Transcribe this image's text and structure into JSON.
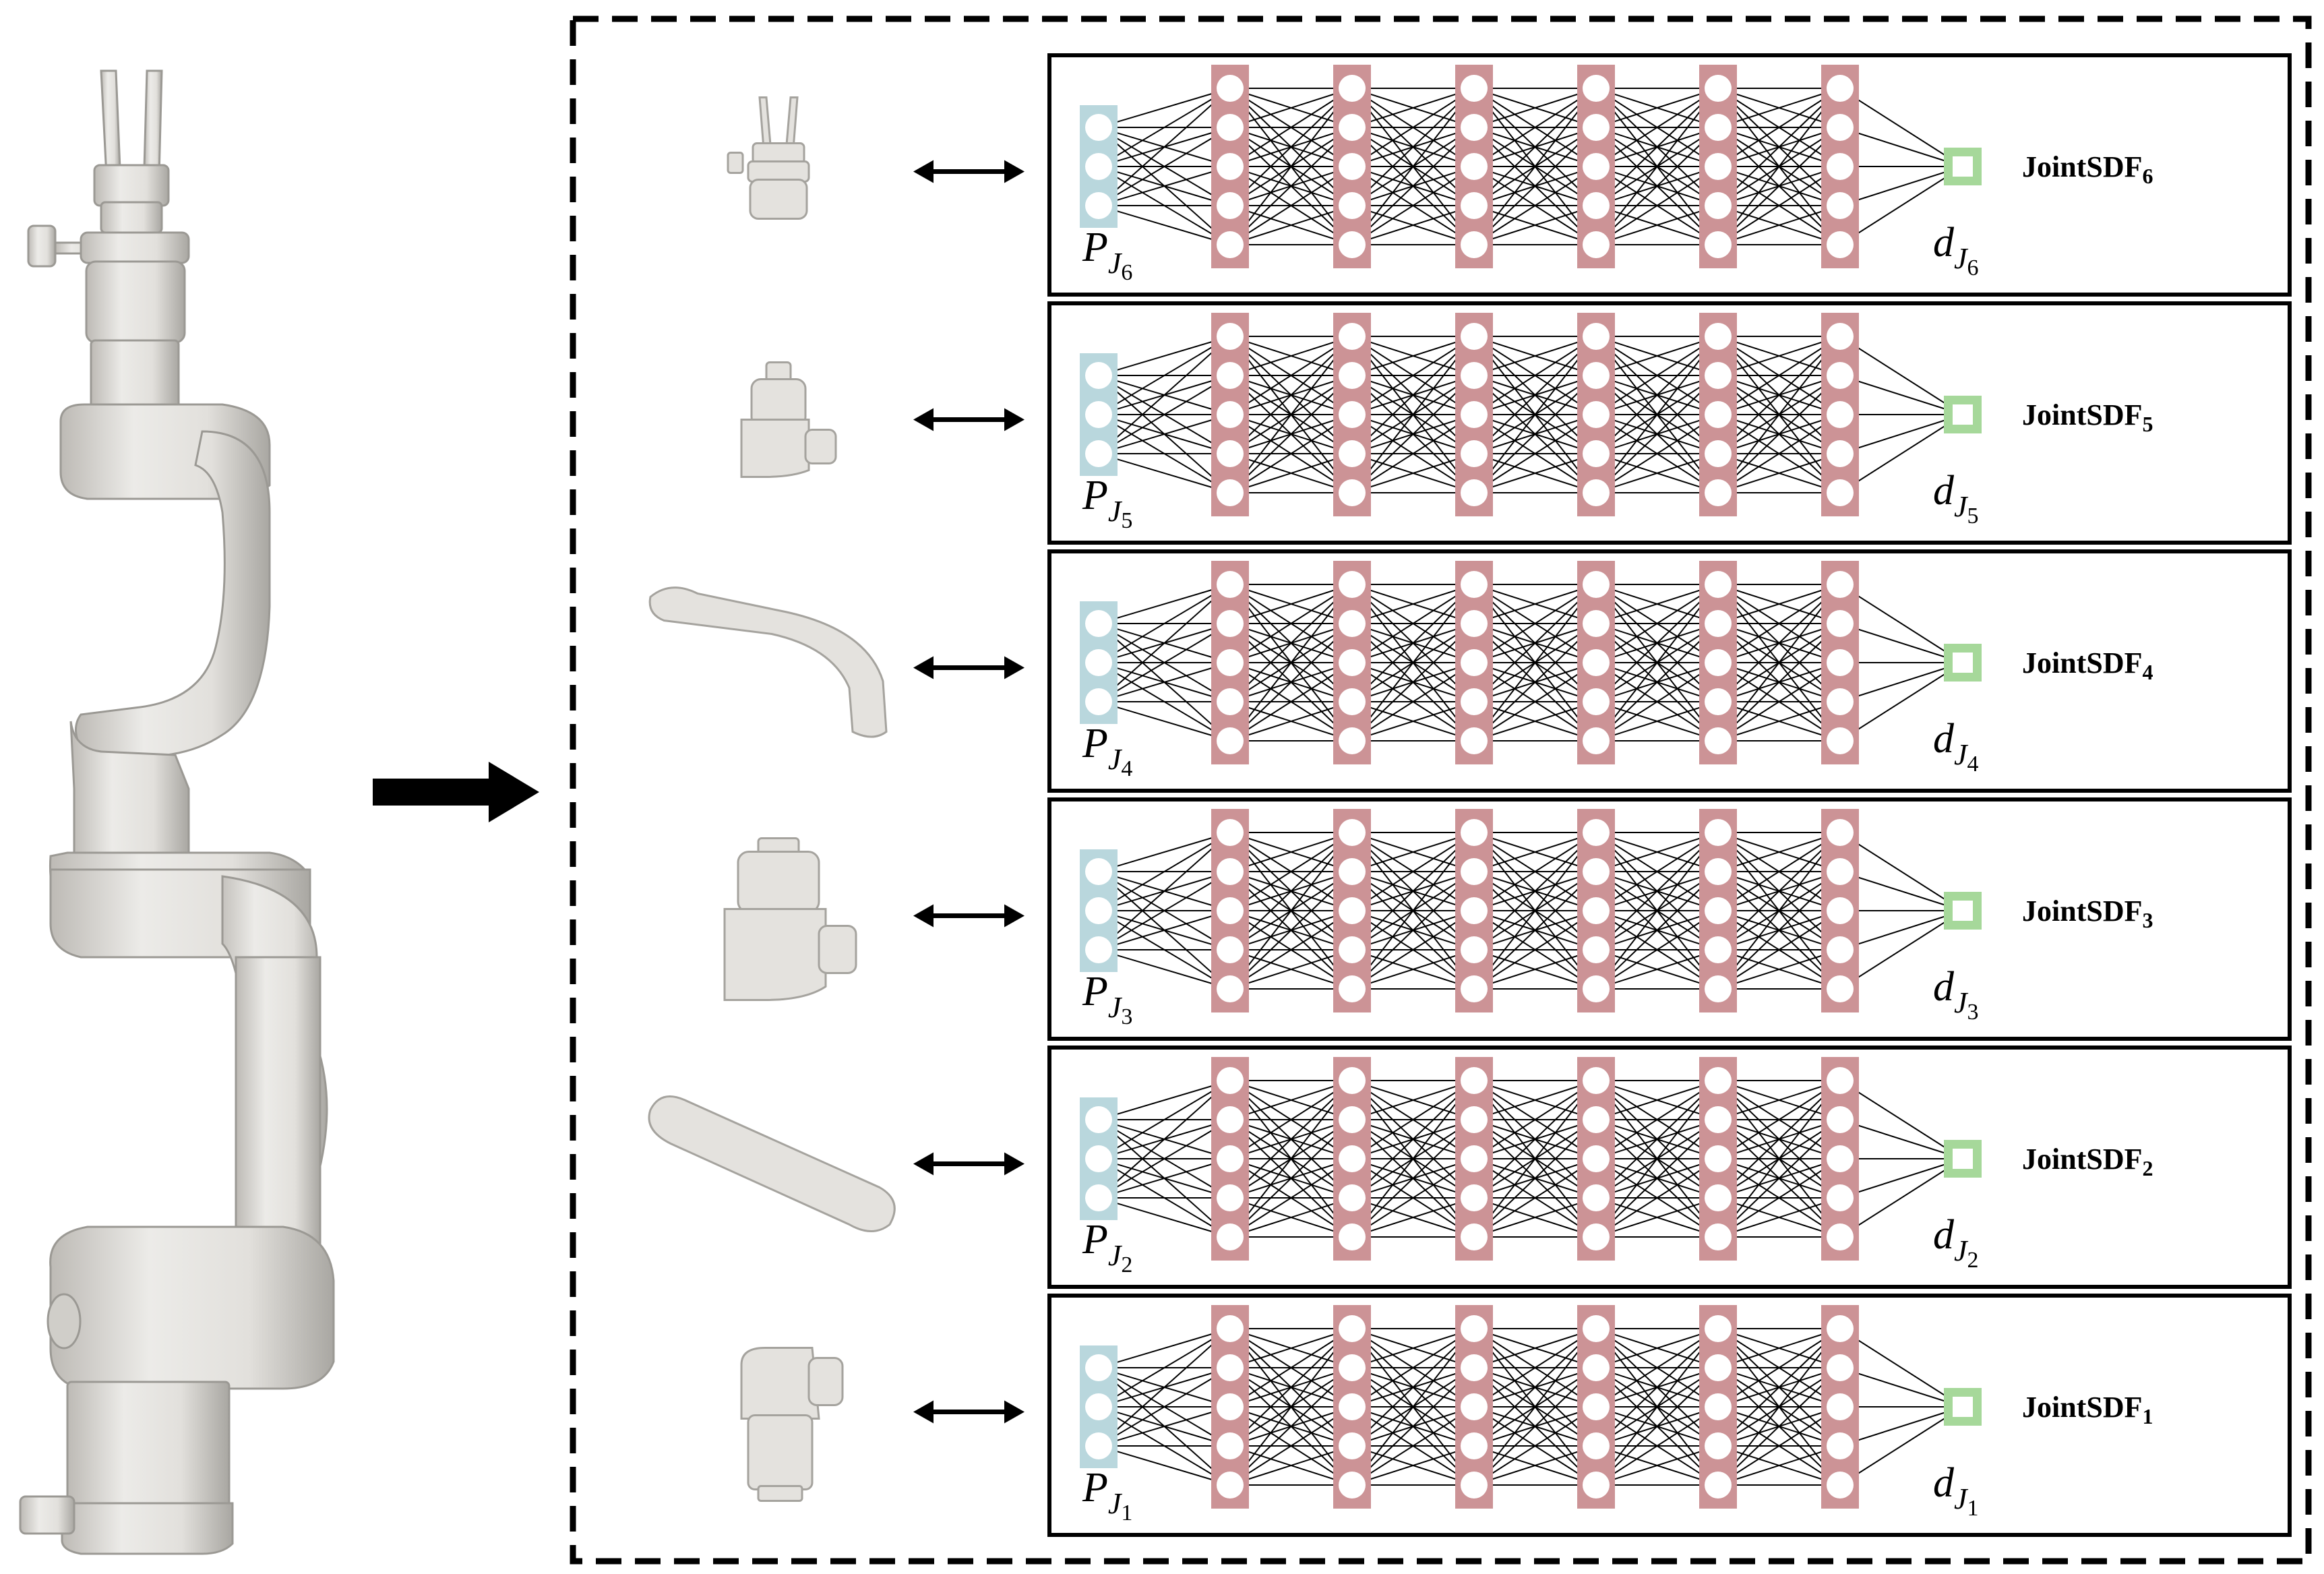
{
  "colors": {
    "input_layer": "#b9d7dd",
    "hidden_layer": "#cc9396",
    "output_node": "#a6d89a",
    "robot_body": "#e2e0dc",
    "robot_shadow": "#b6b4b0",
    "line": "#000000"
  },
  "network": {
    "input_nodes": 3,
    "hidden_layers": 6,
    "hidden_nodes": 5,
    "output_nodes": 1
  },
  "rows": [
    {
      "joint": "6",
      "input_label": "P",
      "input_sub": "J",
      "input_index": "6",
      "output_label": "d",
      "output_sub": "J",
      "output_index": "6",
      "title": "JointSDF",
      "title_index": "6"
    },
    {
      "joint": "5",
      "input_label": "P",
      "input_sub": "J",
      "input_index": "5",
      "output_label": "d",
      "output_sub": "J",
      "output_index": "5",
      "title": "JointSDF",
      "title_index": "5"
    },
    {
      "joint": "4",
      "input_label": "P",
      "input_sub": "J",
      "input_index": "4",
      "output_label": "d",
      "output_sub": "J",
      "output_index": "4",
      "title": "JointSDF",
      "title_index": "4"
    },
    {
      "joint": "3",
      "input_label": "P",
      "input_sub": "J",
      "input_index": "3",
      "output_label": "d",
      "output_sub": "J",
      "output_index": "3",
      "title": "JointSDF",
      "title_index": "3"
    },
    {
      "joint": "2",
      "input_label": "P",
      "input_sub": "J",
      "input_index": "2",
      "output_label": "d",
      "output_sub": "J",
      "output_index": "2",
      "title": "JointSDF",
      "title_index": "2"
    },
    {
      "joint": "1",
      "input_label": "P",
      "input_sub": "J",
      "input_index": "1",
      "output_label": "d",
      "output_sub": "J",
      "output_index": "1",
      "title": "JointSDF",
      "title_index": "1"
    }
  ],
  "icons": {
    "main_arrow": "right-arrow-icon",
    "link_arrow": "double-arrow-icon",
    "robot": "robot-arm-icon"
  }
}
